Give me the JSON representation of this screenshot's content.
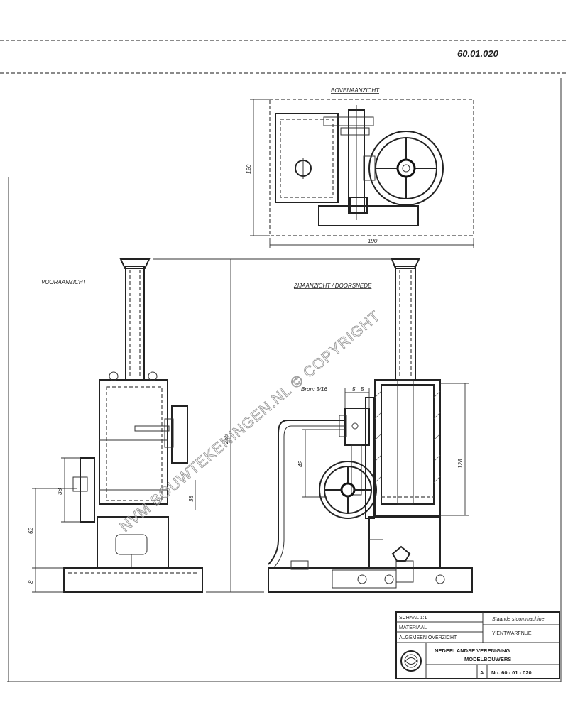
{
  "sheet": {
    "corner_mark": "60.01.020"
  },
  "views": {
    "top_view_label": "BOVENAANZICHT",
    "front_view_label": "VOORAANZICHT",
    "side_view_label": "ZIJAANZICHT / DOORSNEDE"
  },
  "dimensions": {
    "top_height": "120",
    "top_width": "190",
    "total_height": "265",
    "front_base": "8",
    "front_lower": "62",
    "front_mid": "38",
    "front_side_a": "38",
    "side_height": "128",
    "side_stroke": "42",
    "side_top_a": "5",
    "side_top_b": "5",
    "side_note": "Bron: 3/16"
  },
  "title_block": {
    "row1": "SCHAAL 1:1",
    "row2": "MATERIAAL",
    "row3": "ALGEMEEN OVERZICHT",
    "drawing_title": "Staande stoommachine",
    "drawing_subtitle": "Y-ENTWARFNUE",
    "org_name_1": "NEDERLANDSE VERENIGING",
    "org_name_2": "MODELBOUWERS",
    "sheet_letter": "A",
    "drawing_number": "No. 60 - 01 - 020"
  },
  "watermark": {
    "text": "NVM BOUWTEKENINGEN.NL © COPYRIGHT"
  }
}
